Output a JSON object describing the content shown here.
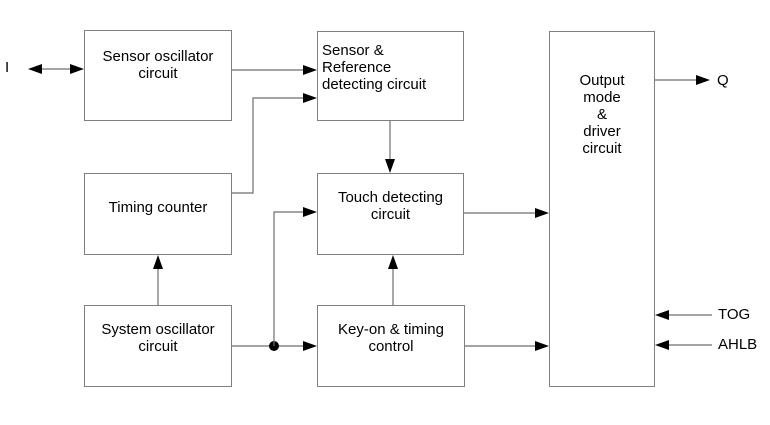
{
  "diagram": {
    "kind": "block-diagram",
    "nodes": [
      {
        "id": "sensor-oscillator",
        "label": "Sensor oscillator\ncircuit"
      },
      {
        "id": "sensor-reference-detecting",
        "label": "Sensor &\nReference\ndetecting circuit"
      },
      {
        "id": "timing-counter",
        "label": "Timing counter"
      },
      {
        "id": "touch-detecting",
        "label": "Touch detecting\ncircuit"
      },
      {
        "id": "system-oscillator",
        "label": "System oscillator\ncircuit"
      },
      {
        "id": "key-on-timing-control",
        "label": "Key-on & timing\ncontrol"
      },
      {
        "id": "output-mode-driver",
        "label": "Output\nmode\n&\ndriver\ncircuit"
      }
    ],
    "pins": [
      {
        "id": "I",
        "label": "I",
        "direction": "bidirectional",
        "side": "left"
      },
      {
        "id": "Q",
        "label": "Q",
        "direction": "output",
        "side": "right"
      },
      {
        "id": "TOG",
        "label": "TOG",
        "direction": "input",
        "side": "right"
      },
      {
        "id": "AHLB",
        "label": "AHLB",
        "direction": "input",
        "side": "right"
      }
    ],
    "edges": [
      {
        "from": "I",
        "to": "sensor-oscillator",
        "type": "bidirectional"
      },
      {
        "from": "sensor-oscillator",
        "to": "sensor-reference-detecting",
        "type": "arrow"
      },
      {
        "from": "timing-counter",
        "to": "sensor-reference-detecting",
        "type": "arrow"
      },
      {
        "from": "sensor-reference-detecting",
        "to": "touch-detecting",
        "type": "arrow"
      },
      {
        "from": "system-oscillator",
        "to": "timing-counter",
        "type": "arrow"
      },
      {
        "from": "system-oscillator",
        "to": "key-on-timing-control",
        "type": "arrow"
      },
      {
        "from": "system-oscillator",
        "to": "touch-detecting",
        "type": "arrow-from-junction"
      },
      {
        "from": "key-on-timing-control",
        "to": "touch-detecting",
        "type": "arrow"
      },
      {
        "from": "touch-detecting",
        "to": "output-mode-driver",
        "type": "arrow"
      },
      {
        "from": "key-on-timing-control",
        "to": "output-mode-driver",
        "type": "arrow"
      },
      {
        "from": "output-mode-driver",
        "to": "Q",
        "type": "arrow"
      },
      {
        "from": "TOG",
        "to": "output-mode-driver",
        "type": "arrow"
      },
      {
        "from": "AHLB",
        "to": "output-mode-driver",
        "type": "arrow"
      }
    ],
    "colors": {
      "background": "#ffffff",
      "box_border": "#7f7f7f",
      "line": "#6e6e6e",
      "arrowhead": "#000000",
      "text": "#000000"
    }
  }
}
